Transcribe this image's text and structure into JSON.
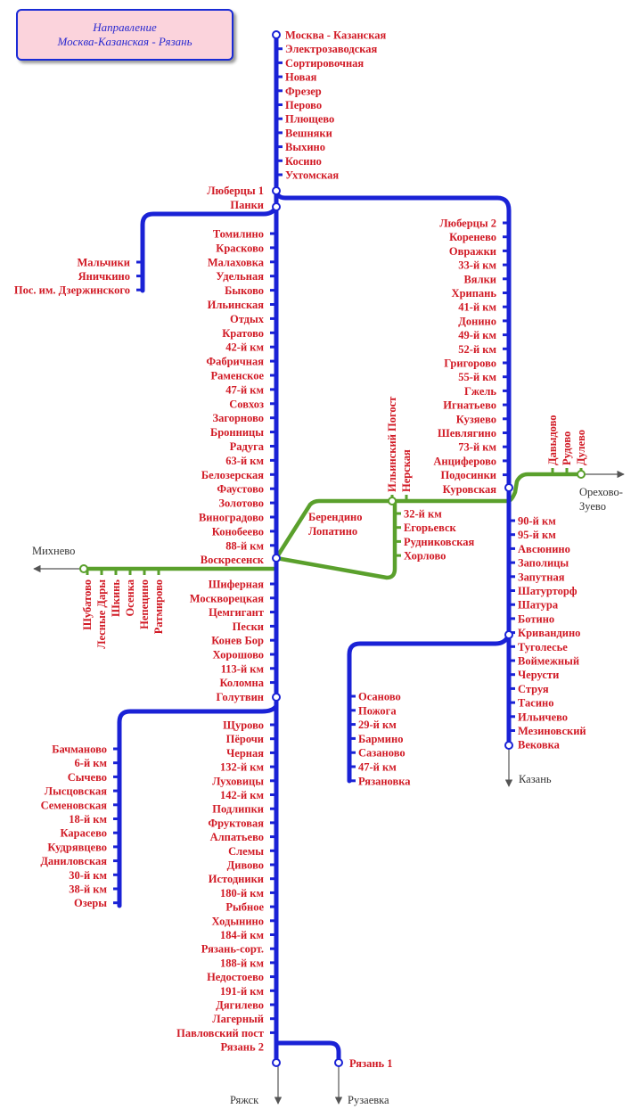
{
  "title": {
    "line1": "Направление",
    "line2": "Москва-Казанская - Рязань"
  },
  "colors": {
    "main_line": "#1a22d6",
    "branch_green": "#5aa02c",
    "station_text": "#d11a25",
    "direction_text": "#333333"
  },
  "main_line_top": [
    "Москва - Казанская",
    "Электрозаводская",
    "Сортировочная",
    "Новая",
    "Фрезер",
    "Перово",
    "Плющево",
    "Вешняки",
    "Выхино",
    "Косино",
    "Ухтомская"
  ],
  "junction_lyubertsy": {
    "station1": "Люберцы 1",
    "station2": "Панки"
  },
  "dzerzhinsky_branch": [
    "Мальчики",
    "Яничкино",
    "Пос. им. Дзержинского"
  ],
  "main_line_to_voskresensk": [
    "Томилино",
    "Красково",
    "Малаховка",
    "Удельная",
    "Быково",
    "Ильинская",
    "Отдых",
    "Кратово",
    "42-й км",
    "Фабричная",
    "Раменское",
    "47-й км",
    "Совхоз",
    "Загорново",
    "Бронницы",
    "Радуга",
    "63-й км",
    "Белозерская",
    "Фаустово",
    "Золотово",
    "Виноградово",
    "Конобеево",
    "88-й км",
    "Воскресенск"
  ],
  "main_line_to_golutvin": [
    "Шиферная",
    "Москворецкая",
    "Цемгигант",
    "Пески",
    "Конев Бор",
    "Хорошово",
    "113-й км",
    "Коломна",
    "Голутвин"
  ],
  "ozery_branch": [
    "Бачманово",
    "6-й км",
    "Сычево",
    "Лысцовская",
    "Семеновская",
    "18-й км",
    "Карасево",
    "Кудрявцево",
    "Даниловская",
    "30-й км",
    "38-й км",
    "Озеры"
  ],
  "main_line_to_ryazan": [
    "Щурово",
    "Пёрочи",
    "Черная",
    "132-й км",
    "Луховицы",
    "142-й км",
    "Подлипки",
    "Фруктовая",
    "Алпатьево",
    "Слемы",
    "Дивово",
    "Истодники",
    "180-й км",
    "Рыбное",
    "Ходынино",
    "184-й км",
    "Рязань-сорт.",
    "188-й км",
    "Недостоево",
    "191-й км",
    "Дягилево",
    "Лагерный",
    "Павловский пост",
    "Рязань 2"
  ],
  "ryazan1": "Рязань 1",
  "kurovskaya_line": [
    "Люберцы 2",
    "Коренево",
    "Овражки",
    "33-й км",
    "Вялки",
    "Хрипань",
    "41-й км",
    "Донино",
    "49-й км",
    "52-й км",
    "Григорово",
    "55-й км",
    "Гжель",
    "Игнатьево",
    "Кузяево",
    "Шевлягино",
    "73-й км",
    "Анциферово",
    "Подосинки",
    "Куровская"
  ],
  "kazan_line": [
    "90-й км",
    "95-й км",
    "Авсюнино",
    "Заполицы",
    "Запутная",
    "Шатурторф",
    "Шатура",
    "Ботино",
    "Кривандино",
    "Туголесье",
    "Воймежный",
    "Черусти",
    "Струя",
    "Тасино",
    "Ильичево",
    "Мезиновский",
    "Вековка"
  ],
  "rudnikovskaya_branch": [
    "Осаново",
    "Пожога",
    "29-й км",
    "Бармино",
    "Сазаново",
    "47-й км",
    "Рязановка"
  ],
  "orekhovo_branch": [
    "Давыдово",
    "Рудово",
    "Дулево"
  ],
  "voskresensk_kurovskaya_upper": [
    "Берендино",
    "Лопатино"
  ],
  "kurovskaya_west": [
    "Ильинский Погост",
    "Нерская"
  ],
  "kurovskaya_loop": [
    "32-й км",
    "Егорьевск",
    "Рудниковская",
    "Хорлово"
  ],
  "mikhnevo_branch": [
    "Шубатово",
    "Лесные Дары",
    "Шкинь",
    "Осенка",
    "Непецино",
    "Ратмирово"
  ],
  "directions": {
    "mikhnevo": "Михнево",
    "orekhovo": "Орехово-\nЗуево",
    "kazan": "Казань",
    "ryazhsk": "Ряжск",
    "ruzaevka": "Рузаевка"
  }
}
